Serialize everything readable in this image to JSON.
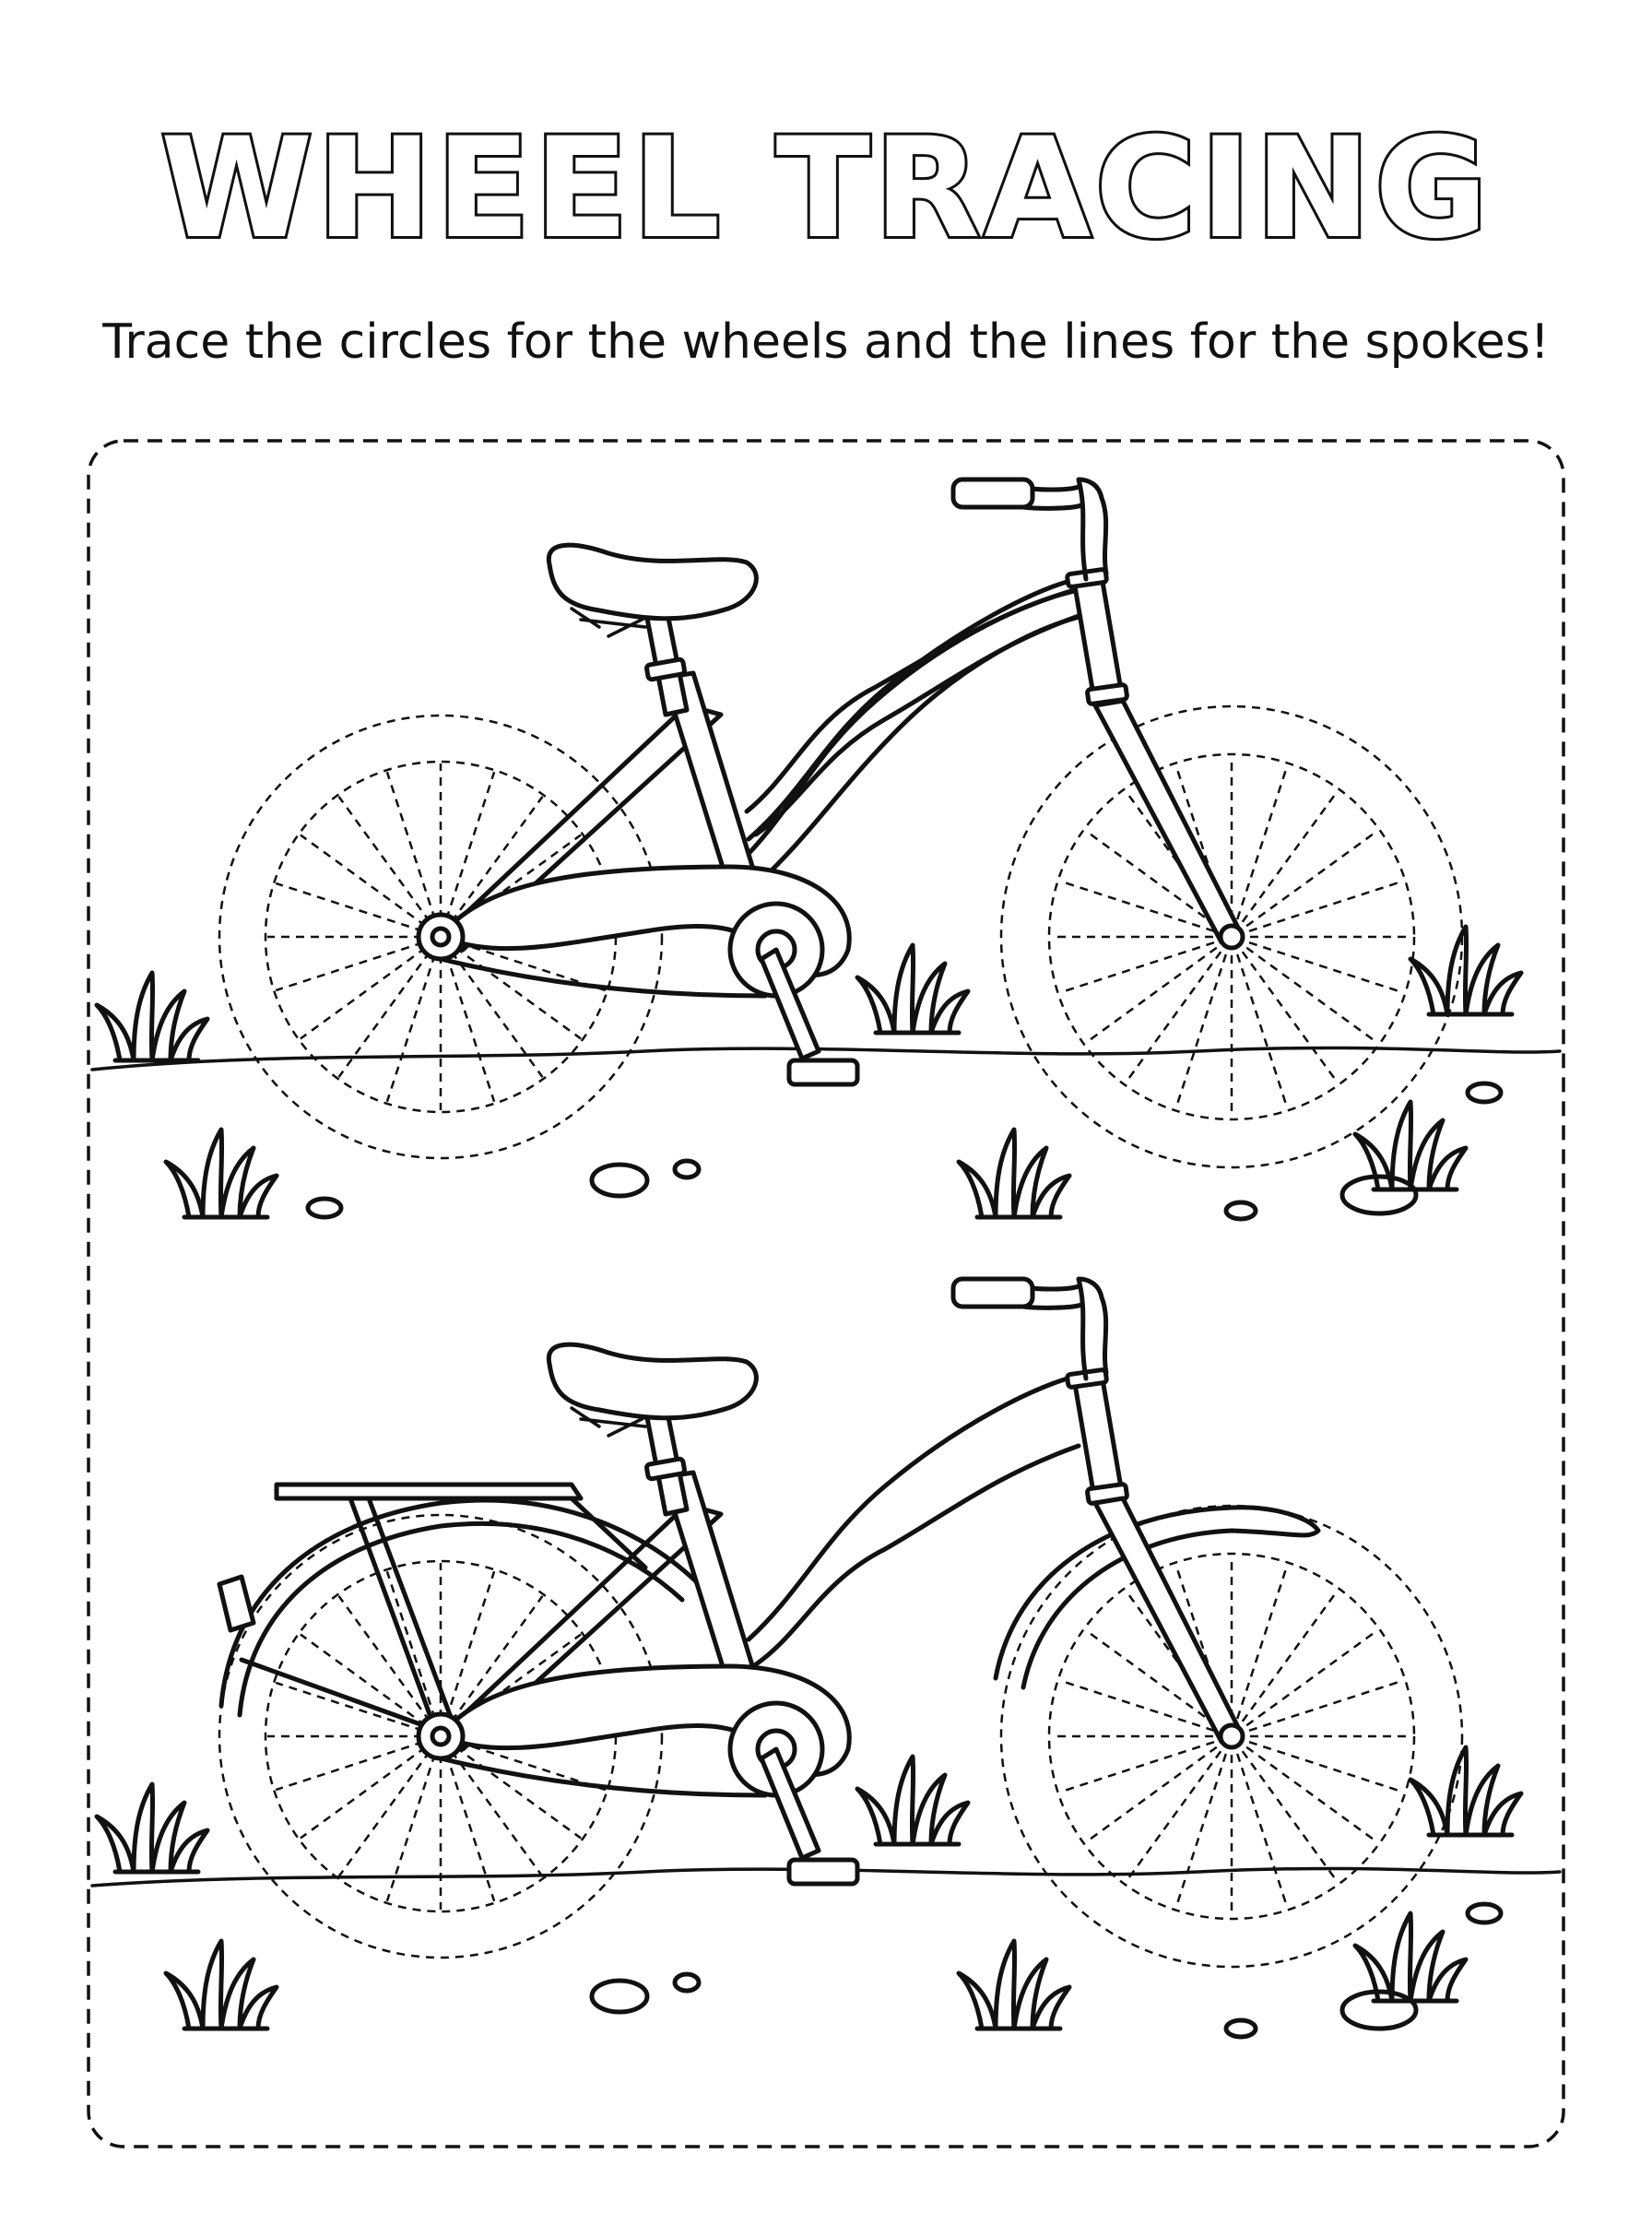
{
  "worksheet": {
    "title": "WHEEL TRACING",
    "instruction": "Trace the circles for the wheels and the lines for the spokes!"
  },
  "bicycles": [
    {
      "name": "top-bicycle",
      "style": "step-through",
      "has_rack": false,
      "has_fenders": false
    },
    {
      "name": "bottom-bicycle",
      "style": "cruiser",
      "has_rack": true,
      "has_fenders": true
    }
  ],
  "icons": [
    "dashed-wheel-icon",
    "spoke-lines-icon",
    "grass-tuft-icon",
    "pebble-icon",
    "bicycle-icon"
  ],
  "colors": {
    "ink": "#111111",
    "paper": "#ffffff"
  }
}
